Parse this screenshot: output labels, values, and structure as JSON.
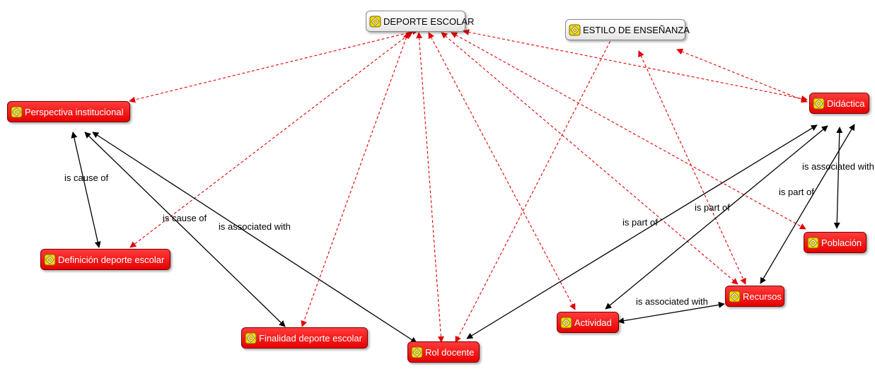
{
  "colors": {
    "node_red": "#ee0000",
    "node_white": "#f2f2f2",
    "edge_red": "#e00000",
    "edge_black": "#000000",
    "icon_yellow": "#f5d800"
  },
  "nodes": [
    {
      "id": "deporte",
      "label": "DEPORTE ESCOLAR",
      "style": "white",
      "icon": "diamond-icon"
    },
    {
      "id": "estilo",
      "label": "ESTILO DE ENSEÑANZA",
      "style": "white",
      "icon": "diamond-icon"
    },
    {
      "id": "perspectiva",
      "label": "Perspectiva institucional",
      "style": "red",
      "icon": "diamond-icon"
    },
    {
      "id": "didactica",
      "label": "Didáctica",
      "style": "red",
      "icon": "diamond-icon"
    },
    {
      "id": "definicion",
      "label": "Definición deporte escolar",
      "style": "red",
      "icon": "diamond-icon"
    },
    {
      "id": "poblacion",
      "label": "Población",
      "style": "red",
      "icon": "diamond-icon"
    },
    {
      "id": "recursos",
      "label": "Recursos",
      "style": "red",
      "icon": "diamond-icon"
    },
    {
      "id": "actividad",
      "label": "Actividad",
      "style": "red",
      "icon": "diamond-icon"
    },
    {
      "id": "finalidad",
      "label": "Finalidad deporte escolar",
      "style": "red",
      "icon": "diamond-icon"
    },
    {
      "id": "rol",
      "label": "Rol docente",
      "style": "red",
      "icon": "diamond-icon"
    }
  ],
  "edges": [
    {
      "from": "deporte",
      "to": "perspectiva",
      "style": "dashed",
      "label": ""
    },
    {
      "from": "deporte",
      "to": "definicion",
      "style": "dashed",
      "label": ""
    },
    {
      "from": "deporte",
      "to": "finalidad",
      "style": "dashed",
      "label": ""
    },
    {
      "from": "deporte",
      "to": "rol",
      "style": "dashed",
      "label": ""
    },
    {
      "from": "deporte",
      "to": "actividad",
      "style": "dashed",
      "label": ""
    },
    {
      "from": "deporte",
      "to": "recursos",
      "style": "dashed",
      "label": ""
    },
    {
      "from": "deporte",
      "to": "poblacion",
      "style": "dashed",
      "label": ""
    },
    {
      "from": "deporte",
      "to": "didactica",
      "style": "dashed",
      "label": ""
    },
    {
      "from": "estilo",
      "to": "didactica",
      "style": "dashed",
      "label": ""
    },
    {
      "from": "estilo",
      "to": "rol",
      "style": "dashed",
      "label": ""
    },
    {
      "from": "estilo",
      "to": "recursos",
      "style": "dashed",
      "label": ""
    },
    {
      "from": "definicion",
      "to": "perspectiva",
      "style": "solid",
      "label": "is cause of"
    },
    {
      "from": "finalidad",
      "to": "perspectiva",
      "style": "solid",
      "label": "is cause of"
    },
    {
      "from": "perspectiva",
      "to": "rol",
      "style": "solid",
      "label": "is associated with"
    },
    {
      "from": "rol",
      "to": "didactica",
      "style": "solid",
      "label": "is part of"
    },
    {
      "from": "actividad",
      "to": "didactica",
      "style": "solid",
      "label": "is part of"
    },
    {
      "from": "recursos",
      "to": "didactica",
      "style": "solid",
      "label": "is part of"
    },
    {
      "from": "didactica",
      "to": "poblacion",
      "style": "solid",
      "label": "is associated with"
    },
    {
      "from": "actividad",
      "to": "recursos",
      "style": "solid",
      "label": "is associated with"
    }
  ]
}
